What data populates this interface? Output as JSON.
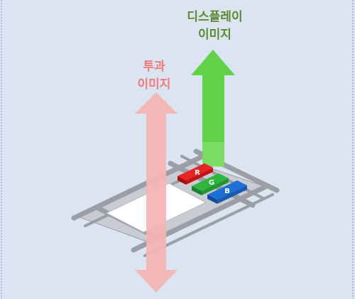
{
  "labels": {
    "display_image": [
      "디스플레이",
      "이미지"
    ],
    "transmitted_image": [
      "투과",
      "이미지"
    ]
  },
  "subpixels": {
    "red": "R",
    "green": "G",
    "blue": "B"
  },
  "colors": {
    "background": "#dbe5f1",
    "green_arrow": "#5fd247",
    "red_arrow": "#f6b3b3",
    "green_text": "#5b8a2e",
    "red_text": "#f07b7b",
    "subpixel_red": "#e21a1a",
    "subpixel_green": "#2fb540",
    "subpixel_blue": "#1e6fd6"
  }
}
